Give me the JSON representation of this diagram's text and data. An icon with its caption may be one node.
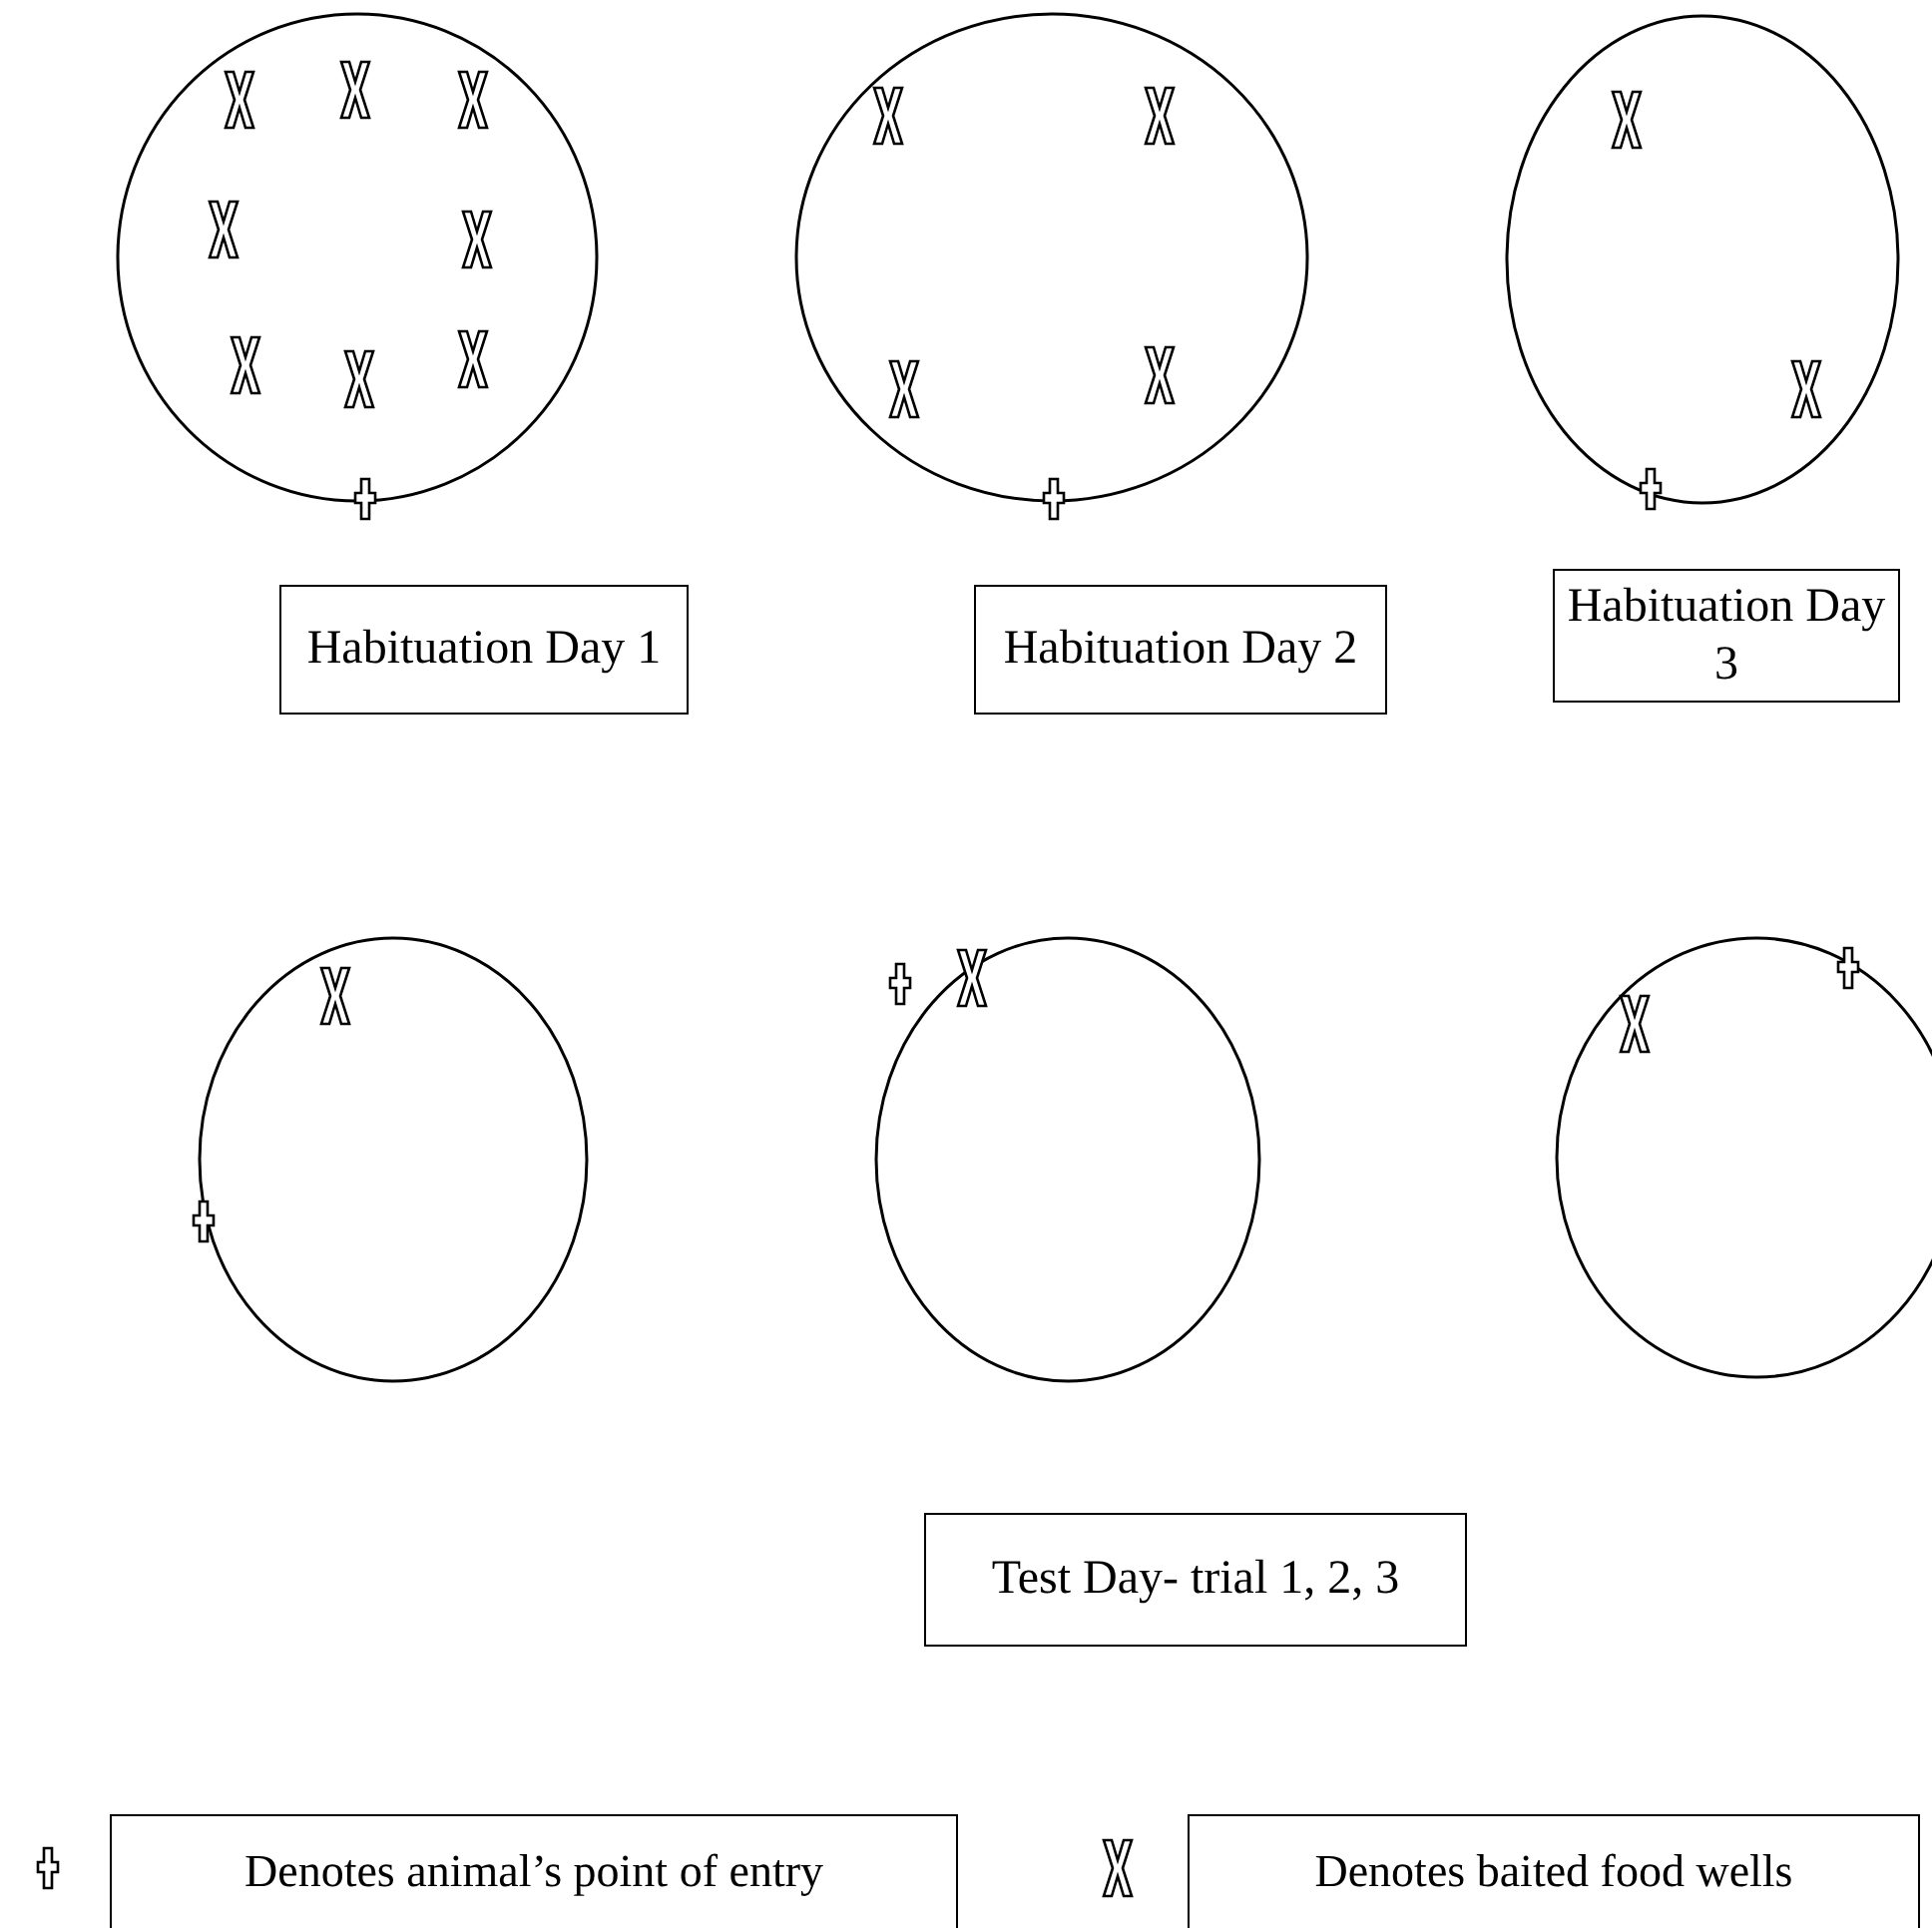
{
  "diagram": {
    "nodes": [
      {
        "text": [
          "Habituation Day 1"
        ]
      },
      {
        "text": [
          "Habituation Day 2"
        ]
      },
      {
        "text": [
          "Habituation Day 3"
        ]
      },
      {
        "text": [
          "Test Day- trial 1, 2, 3"
        ]
      }
    ],
    "edges": [],
    "legend": [
      {
        "text": "Denotes animal’s point of entry"
      },
      {
        "text": "Denotes baited food wells"
      }
    ]
  }
}
